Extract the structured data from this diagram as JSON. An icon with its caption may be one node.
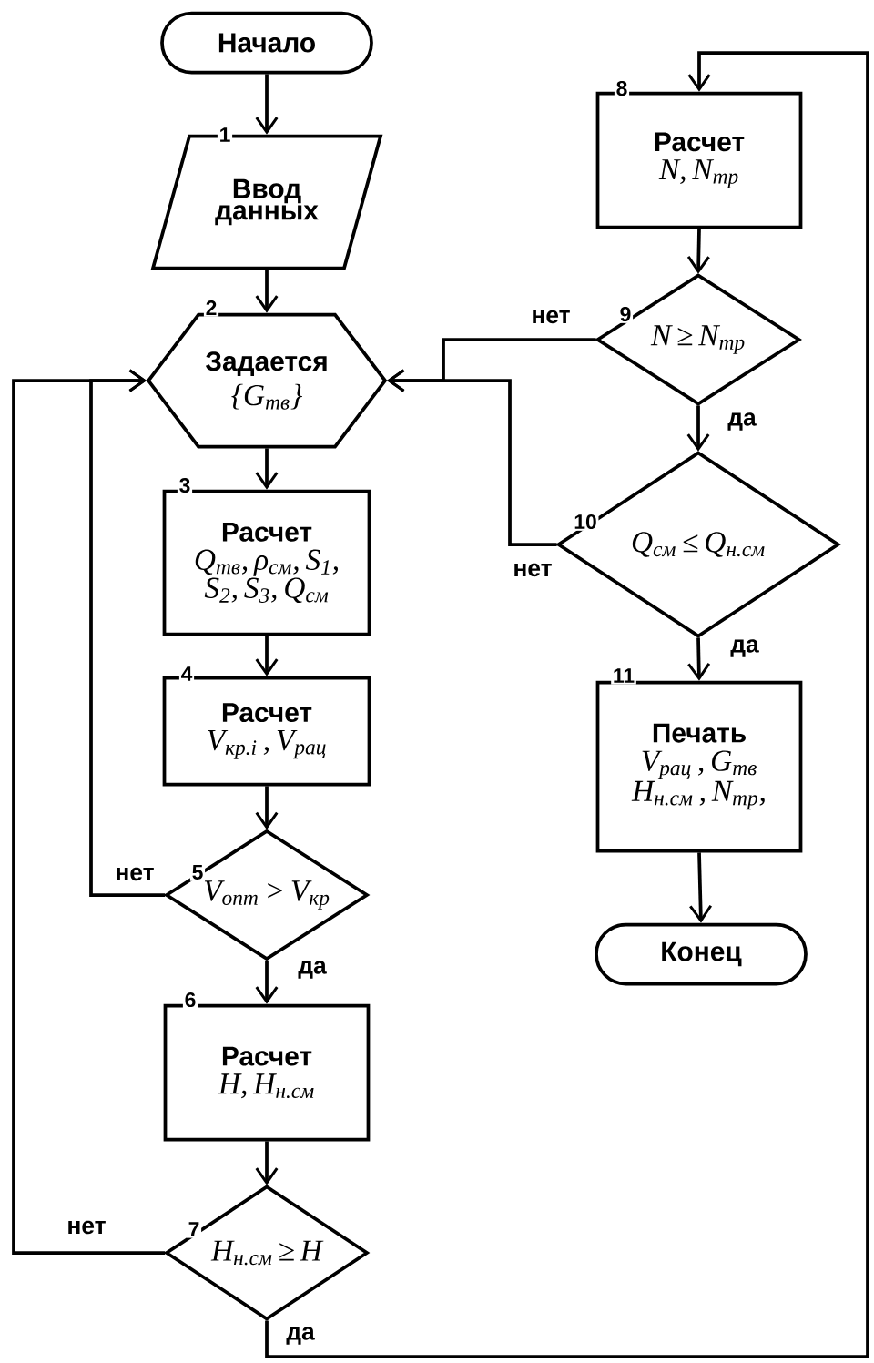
{
  "diagram": {
    "nodes": [
      {
        "text": [
          "Начало"
        ]
      },
      {
        "text": [
          "Ввод данных"
        ],
        "beside": [
          "1"
        ]
      },
      {
        "text": [
          "Задается",
          "{G$_{тв}$}"
        ],
        "beside": [
          "2"
        ]
      },
      {
        "text": [
          "Расчет",
          "Q$_{тв}$, ρ$_{см}$, S$_{1}$, S$_{2}$, S$_{3}$, Q$_{см}$"
        ],
        "beside": [
          "3"
        ]
      },
      {
        "text": [
          "Расчет",
          "V$_{кр.i}$ , V$_{рац}$"
        ],
        "beside": [
          "4"
        ]
      },
      {
        "text": [
          "V$_{опт}$ > V$_{кр}$"
        ],
        "beside": [
          "5"
        ]
      },
      {
        "text": [
          "Расчет",
          "H, H$_{н.см}$"
        ],
        "beside": [
          "6"
        ]
      },
      {
        "text": [
          "H$_{н.см}$ ≥ H"
        ],
        "beside": [
          "7"
        ]
      },
      {
        "text": [
          "Расчет",
          "N, N$_{тр}$"
        ],
        "beside": [
          "8"
        ]
      },
      {
        "text": [
          "N ≥ N$_{тр}$"
        ],
        "beside": [
          "9"
        ]
      },
      {
        "text": [
          "Q$_{см}$ ≤ Q$_{н.см}$"
        ],
        "beside": [
          "10"
        ]
      },
      {
        "text": [
          "Печать",
          "V$_{рац}$ , G$_{тв}$ H$_{н.см}$ , N$_{тр}$,"
        ],
        "beside": [
          "11"
        ]
      },
      {
        "text": [
          "Конец"
        ]
      }
    ],
    "edges": [
      {
        "from": 0,
        "to": 1,
        "arrow": "to"
      },
      {
        "from": 1,
        "to": 2,
        "arrow": "to"
      },
      {
        "from": 2,
        "to": 3,
        "arrow": "to"
      },
      {
        "from": 3,
        "to": 4,
        "arrow": "to"
      },
      {
        "from": 4,
        "to": 5,
        "arrow": "to"
      },
      {
        "from": 5,
        "to": 6,
        "arrow": "to",
        "label": "да"
      },
      {
        "from": 5,
        "to": 2,
        "arrow": "to",
        "label": "нет"
      },
      {
        "from": 6,
        "to": 7,
        "arrow": "to"
      },
      {
        "from": 7,
        "to": 2,
        "arrow": "to",
        "label": "нет"
      },
      {
        "from": 7,
        "to": 8,
        "arrow": "to",
        "label": "да"
      },
      {
        "from": 8,
        "to": 9,
        "arrow": "to"
      },
      {
        "from": 9,
        "to": 10,
        "arrow": "to",
        "label": "да"
      },
      {
        "from": 9,
        "to": 2,
        "arrow": "to",
        "label": "нет"
      },
      {
        "from": 10,
        "to": 2,
        "arrow": "to",
        "label": "нет"
      },
      {
        "from": 10,
        "to": 11,
        "arrow": "to",
        "label": "да"
      },
      {
        "from": 11,
        "to": 12,
        "arrow": "to"
      }
    ]
  }
}
